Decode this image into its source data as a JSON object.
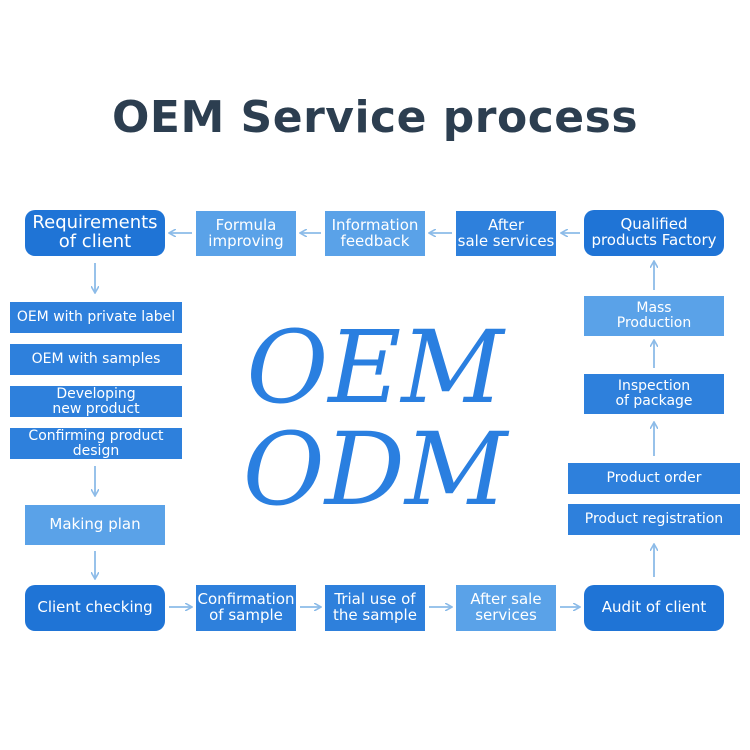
{
  "title": "OEM Service process",
  "center": {
    "line1": "OEM",
    "line2": "ODM"
  },
  "top_row": [
    {
      "lines": [
        "Requirements",
        "of client"
      ]
    },
    {
      "lines": [
        "Formula",
        "improving"
      ]
    },
    {
      "lines": [
        "Information",
        "feedback"
      ]
    },
    {
      "lines": [
        "After",
        "sale services"
      ]
    },
    {
      "lines": [
        "Qualified",
        "products Factory"
      ]
    }
  ],
  "left_column": [
    {
      "lines": [
        "OEM with private label"
      ]
    },
    {
      "lines": [
        "OEM with samples"
      ]
    },
    {
      "lines": [
        "Developing",
        "new product"
      ]
    },
    {
      "lines": [
        "Confirming product",
        "design"
      ]
    },
    {
      "lines": [
        "Making plan"
      ]
    }
  ],
  "bottom_row": [
    {
      "lines": [
        "Client checking"
      ]
    },
    {
      "lines": [
        "Confirmation",
        "of sample"
      ]
    },
    {
      "lines": [
        "Trial use of",
        "the sample"
      ]
    },
    {
      "lines": [
        "After sale",
        "services"
      ]
    },
    {
      "lines": [
        "Audit of client"
      ]
    }
  ],
  "right_column": [
    {
      "lines": [
        "Product registration"
      ]
    },
    {
      "lines": [
        "Product order"
      ]
    },
    {
      "lines": [
        "Inspection",
        "of package"
      ]
    },
    {
      "lines": [
        "Mass",
        "Production"
      ]
    }
  ],
  "colors": {
    "dark": "#1f74d6",
    "light": "#5aa2e8",
    "arrow": "#8cbbe8",
    "text": "#2c3e50"
  }
}
